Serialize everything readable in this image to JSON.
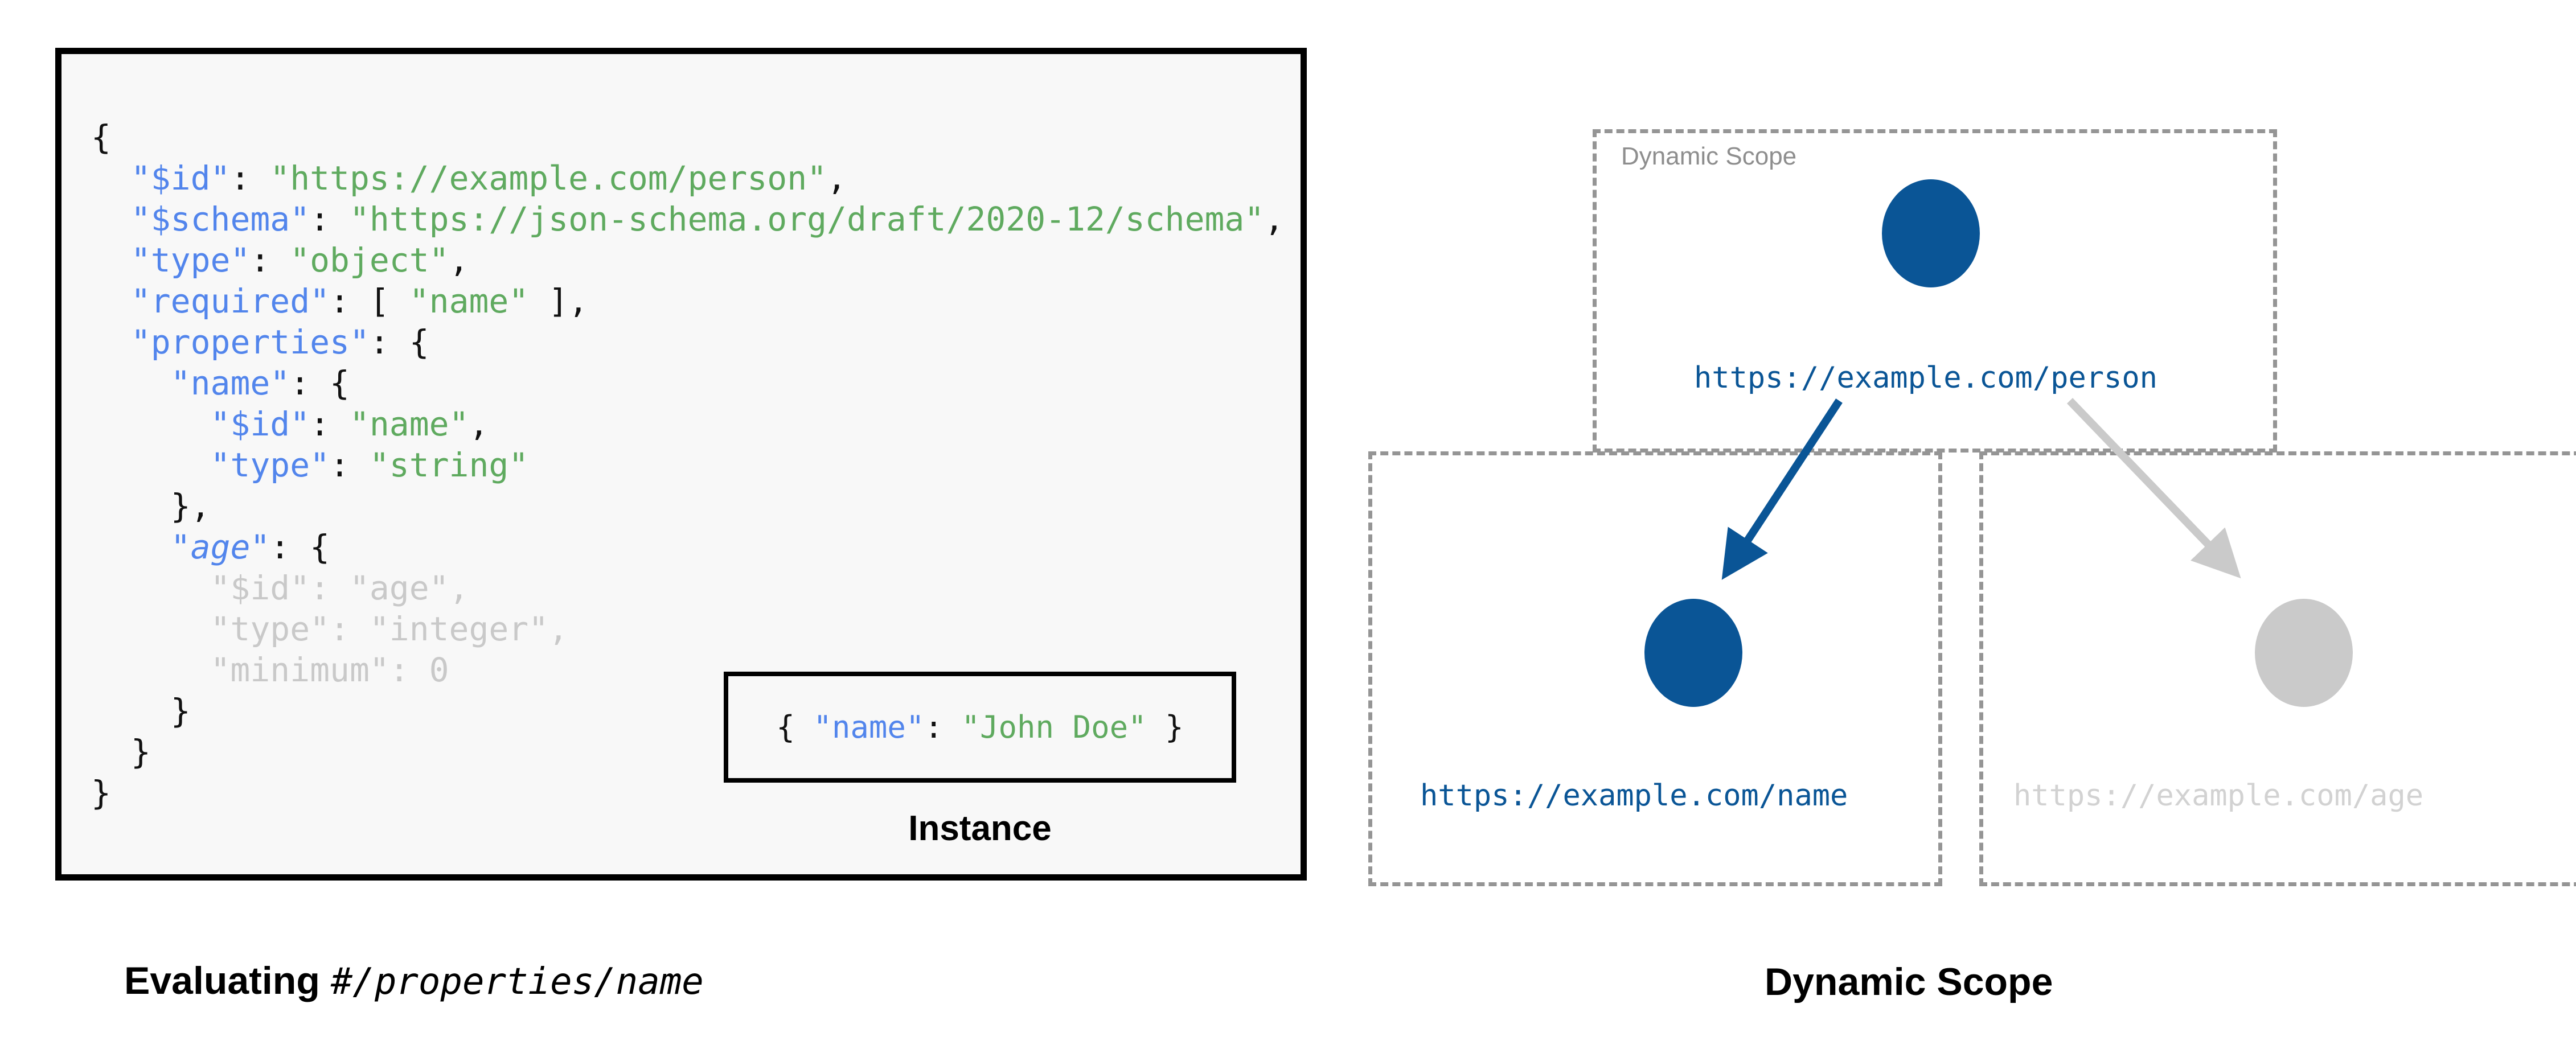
{
  "left_panel": {
    "schema_lines": [
      {
        "indent": 0,
        "tokens": [
          {
            "t": "{",
            "c": "p"
          }
        ]
      },
      {
        "indent": 1,
        "tokens": [
          {
            "t": "\"$id\"",
            "c": "k"
          },
          {
            "t": ": ",
            "c": "p"
          },
          {
            "t": "\"https://example.com/person\"",
            "c": "s"
          },
          {
            "t": ",",
            "c": "p"
          }
        ]
      },
      {
        "indent": 1,
        "tokens": [
          {
            "t": "\"$schema\"",
            "c": "k"
          },
          {
            "t": ": ",
            "c": "p"
          },
          {
            "t": "\"https://json-schema.org/draft/2020-12/schema\"",
            "c": "s"
          },
          {
            "t": ",",
            "c": "p"
          }
        ]
      },
      {
        "indent": 1,
        "tokens": [
          {
            "t": "\"type\"",
            "c": "k"
          },
          {
            "t": ": ",
            "c": "p"
          },
          {
            "t": "\"object\"",
            "c": "s"
          },
          {
            "t": ",",
            "c": "p"
          }
        ]
      },
      {
        "indent": 1,
        "tokens": [
          {
            "t": "\"required\"",
            "c": "k"
          },
          {
            "t": ": [ ",
            "c": "p"
          },
          {
            "t": "\"name\"",
            "c": "s"
          },
          {
            "t": " ],",
            "c": "p"
          }
        ]
      },
      {
        "indent": 1,
        "tokens": [
          {
            "t": "\"properties\"",
            "c": "k"
          },
          {
            "t": ": {",
            "c": "p"
          }
        ]
      },
      {
        "indent": 2,
        "tokens": [
          {
            "t": "\"name\"",
            "c": "k"
          },
          {
            "t": ": {",
            "c": "p"
          }
        ]
      },
      {
        "indent": 3,
        "tokens": [
          {
            "t": "\"$id\"",
            "c": "k"
          },
          {
            "t": ": ",
            "c": "p"
          },
          {
            "t": "\"name\"",
            "c": "s"
          },
          {
            "t": ",",
            "c": "p"
          }
        ]
      },
      {
        "indent": 3,
        "tokens": [
          {
            "t": "\"type\"",
            "c": "k"
          },
          {
            "t": ": ",
            "c": "p"
          },
          {
            "t": "\"string\"",
            "c": "s"
          }
        ]
      },
      {
        "indent": 2,
        "tokens": [
          {
            "t": "},",
            "c": "p"
          }
        ]
      },
      {
        "indent": 2,
        "tokens": [
          {
            "t": "\"age\"",
            "c": "k ital"
          },
          {
            "t": ": {",
            "c": "p"
          }
        ]
      },
      {
        "indent": 3,
        "tokens": [
          {
            "t": "\"$id\"",
            "c": "dim"
          },
          {
            "t": ": ",
            "c": "dim"
          },
          {
            "t": "\"age\"",
            "c": "dim"
          },
          {
            "t": ",",
            "c": "dim"
          }
        ]
      },
      {
        "indent": 3,
        "tokens": [
          {
            "t": "\"type\"",
            "c": "dim"
          },
          {
            "t": ": ",
            "c": "dim"
          },
          {
            "t": "\"integer\"",
            "c": "dim"
          },
          {
            "t": ",",
            "c": "dim"
          }
        ]
      },
      {
        "indent": 3,
        "tokens": [
          {
            "t": "\"minimum\"",
            "c": "dim"
          },
          {
            "t": ": ",
            "c": "dim"
          },
          {
            "t": "0",
            "c": "dim"
          }
        ]
      },
      {
        "indent": 2,
        "tokens": [
          {
            "t": "}",
            "c": "p"
          }
        ]
      },
      {
        "indent": 1,
        "tokens": [
          {
            "t": "}",
            "c": "p"
          }
        ]
      },
      {
        "indent": 0,
        "tokens": [
          {
            "t": "}",
            "c": "p"
          }
        ]
      }
    ],
    "instance": {
      "code_tokens": [
        {
          "t": "{ ",
          "c": "p"
        },
        {
          "t": "\"name\"",
          "c": "k"
        },
        {
          "t": ": ",
          "c": "p"
        },
        {
          "t": "\"John Doe\"",
          "c": "s"
        },
        {
          "t": " }",
          "c": "p"
        }
      ],
      "caption": "Instance"
    },
    "caption_prefix": "Evaluating ",
    "caption_pointer": "#/properties/name"
  },
  "right_panel": {
    "caption": "Dynamic Scope",
    "scope_label": "Dynamic Scope",
    "nodes": [
      {
        "id": "person",
        "label": "https://example.com/person",
        "color": "#0a5596",
        "state": "active"
      },
      {
        "id": "name",
        "label": "https://example.com/name",
        "color": "#0a5596",
        "state": "active"
      },
      {
        "id": "age",
        "label": "https://example.com/age",
        "color": "#cacaca",
        "state": "dimmed"
      }
    ],
    "edges": [
      {
        "from": "person",
        "to": "name",
        "color": "#0a5596",
        "state": "active"
      },
      {
        "from": "person",
        "to": "age",
        "color": "#cacaca",
        "state": "dimmed"
      }
    ]
  },
  "colors": {
    "json_key": "#5285ec",
    "json_string": "#5faa5f",
    "json_punct": "#111111",
    "dimmed": "#c9c9c9",
    "accent_blue": "#0a5596",
    "dim_gray": "#cacaca",
    "dash_border": "#959595",
    "panel_bg": "#f8f8f8"
  }
}
